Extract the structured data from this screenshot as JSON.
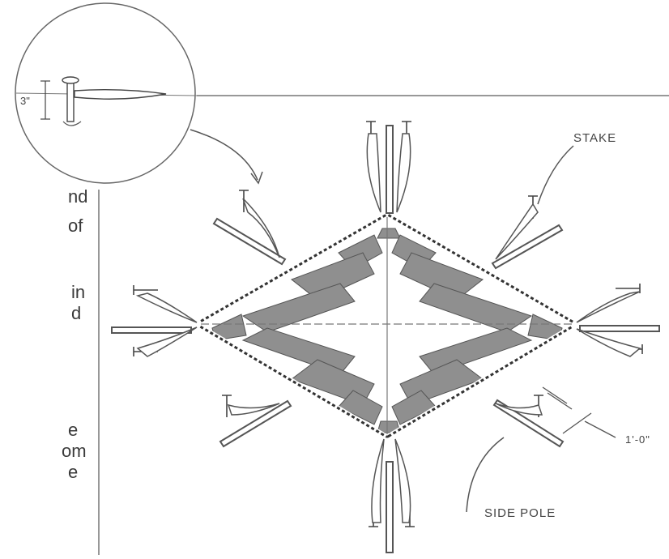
{
  "diagram": {
    "labels": {
      "stake": "STAKE",
      "side_pole": "SIDE POLE",
      "spacing": "1'-0\"",
      "stake_depth": "3\""
    },
    "left_text_fragments": [
      "nd",
      "of",
      "in",
      "d",
      "e",
      "om",
      "e"
    ],
    "colors": {
      "line": "#555555",
      "stripe": "#8f8f8f",
      "background": "#ffffff"
    }
  }
}
